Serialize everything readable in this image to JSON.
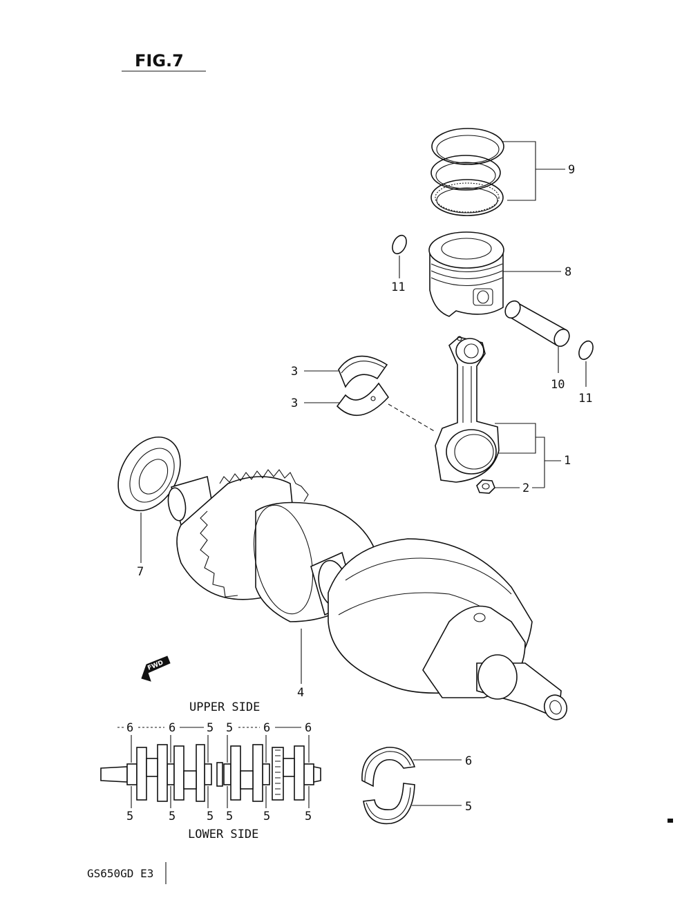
{
  "figure": {
    "title": "FIG.7"
  },
  "model_code": "GS650GD E3",
  "fwd_arrow": {
    "label": "FWD"
  },
  "callouts": {
    "piston_rings": "9",
    "piston": "8",
    "clip_left": "11",
    "clip_right": "11",
    "piston_pin": "10",
    "bearing_upper": "3",
    "bearing_lower": "3",
    "conrod": "1",
    "conrod_nut": "2",
    "oil_seal": "7",
    "crankshaft": "4",
    "journal_upper": "6",
    "journal_lower": "5"
  },
  "layout_diagram": {
    "upper_label": "UPPER SIDE",
    "lower_label": "LOWER SIDE",
    "upper_marks": [
      "6",
      "6",
      "5",
      "5",
      "6",
      "6"
    ],
    "lower_marks": [
      "5",
      "5",
      "5",
      "5",
      "5",
      "5"
    ]
  }
}
